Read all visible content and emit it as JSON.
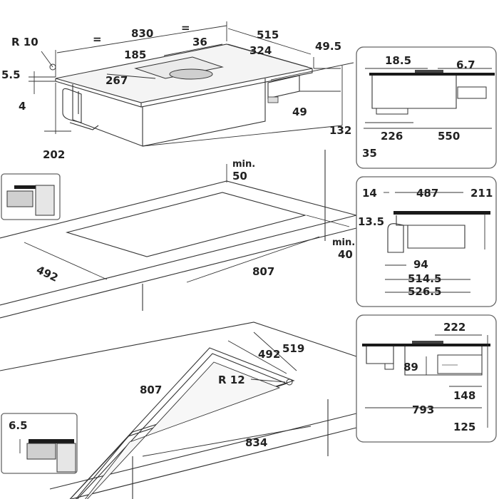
{
  "top_view": {
    "radius": "R 10",
    "width_830": "830",
    "equal_left": "=",
    "equal_right": "=",
    "d_185": "185",
    "d_36": "36",
    "d_515": "515",
    "d_324": "324",
    "d_49_5": "49.5",
    "d_5_5": "5.5",
    "d_4": "4",
    "d_267": "267",
    "d_49": "49",
    "d_132": "132",
    "d_202": "202"
  },
  "cutout": {
    "min_50_a": "min.",
    "min_50_b": "50",
    "min_40_a": "min.",
    "min_40_b": "40",
    "d_492": "492",
    "d_807": "807"
  },
  "flush": {
    "d_519": "519",
    "d_492": "492",
    "d_807": "807",
    "radius": "R 12",
    "d_834": "834",
    "d_6_5": "6.5"
  },
  "side_panel_1": {
    "d_18_5": "18.5",
    "d_6_7": "6.7",
    "d_226": "226",
    "d_550": "550",
    "d_35": "35"
  },
  "side_panel_2": {
    "d_14": "14",
    "d_487": "487",
    "d_211": "211",
    "d_13_5": "13.5",
    "d_94": "94",
    "d_514_5": "514.5",
    "d_526_5": "526.5"
  },
  "side_panel_3": {
    "d_222": "222",
    "d_89": "89",
    "d_148": "148",
    "d_793": "793",
    "d_125": "125"
  }
}
